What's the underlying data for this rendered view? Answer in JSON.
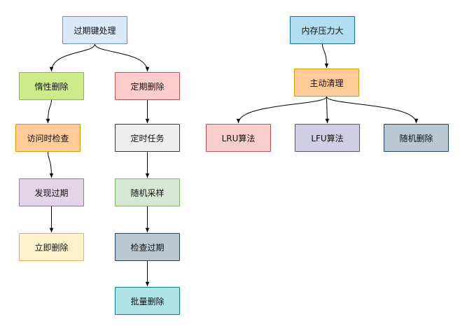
{
  "diagram": {
    "nodes": [
      {
        "id": "expire",
        "label": "过期键处理",
        "fill": "#dae8fc",
        "stroke": "#6c8ebf"
      },
      {
        "id": "lazy",
        "label": "惰性删除",
        "fill": "#cdeb8b",
        "stroke": "#82b366"
      },
      {
        "id": "periodic",
        "label": "定期删除",
        "fill": "#ffcccc",
        "stroke": "#b85450"
      },
      {
        "id": "check",
        "label": "访问时检查",
        "fill": "#ffcc99",
        "stroke": "#d79b00"
      },
      {
        "id": "timed",
        "label": "定时任务",
        "fill": "#eeeeee",
        "stroke": "#36393d"
      },
      {
        "id": "found",
        "label": "发现过期",
        "fill": "#e1d5e7",
        "stroke": "#9673a6"
      },
      {
        "id": "sample",
        "label": "随机采样",
        "fill": "#d5e8d4",
        "stroke": "#82b366"
      },
      {
        "id": "del",
        "label": "立即删除",
        "fill": "#fff2cc",
        "stroke": "#d6b656"
      },
      {
        "id": "inspect",
        "label": "检查过期",
        "fill": "#bac8d3",
        "stroke": "#23445d"
      },
      {
        "id": "batch",
        "label": "批量删除",
        "fill": "#b0e3e6",
        "stroke": "#0e8088"
      },
      {
        "id": "mem",
        "label": "内存压力大",
        "fill": "#b1ddf0",
        "stroke": "#10739e"
      },
      {
        "id": "active",
        "label": "主动清理",
        "fill": "#ffcc99",
        "stroke": "#d79b00"
      },
      {
        "id": "lru",
        "label": "LRU算法",
        "fill": "#f8cecc",
        "stroke": "#b85450"
      },
      {
        "id": "lfu",
        "label": "LFU算法",
        "fill": "#d0cee2",
        "stroke": "#56517e"
      },
      {
        "id": "random",
        "label": "随机删除",
        "fill": "#bac8d3",
        "stroke": "#23445d"
      }
    ],
    "edges": [
      [
        "expire",
        "lazy"
      ],
      [
        "expire",
        "periodic"
      ],
      [
        "lazy",
        "check"
      ],
      [
        "check",
        "found"
      ],
      [
        "found",
        "del"
      ],
      [
        "periodic",
        "timed"
      ],
      [
        "timed",
        "sample"
      ],
      [
        "sample",
        "inspect"
      ],
      [
        "inspect",
        "batch"
      ],
      [
        "mem",
        "active"
      ],
      [
        "active",
        "lru"
      ],
      [
        "active",
        "lfu"
      ],
      [
        "active",
        "random"
      ]
    ]
  }
}
